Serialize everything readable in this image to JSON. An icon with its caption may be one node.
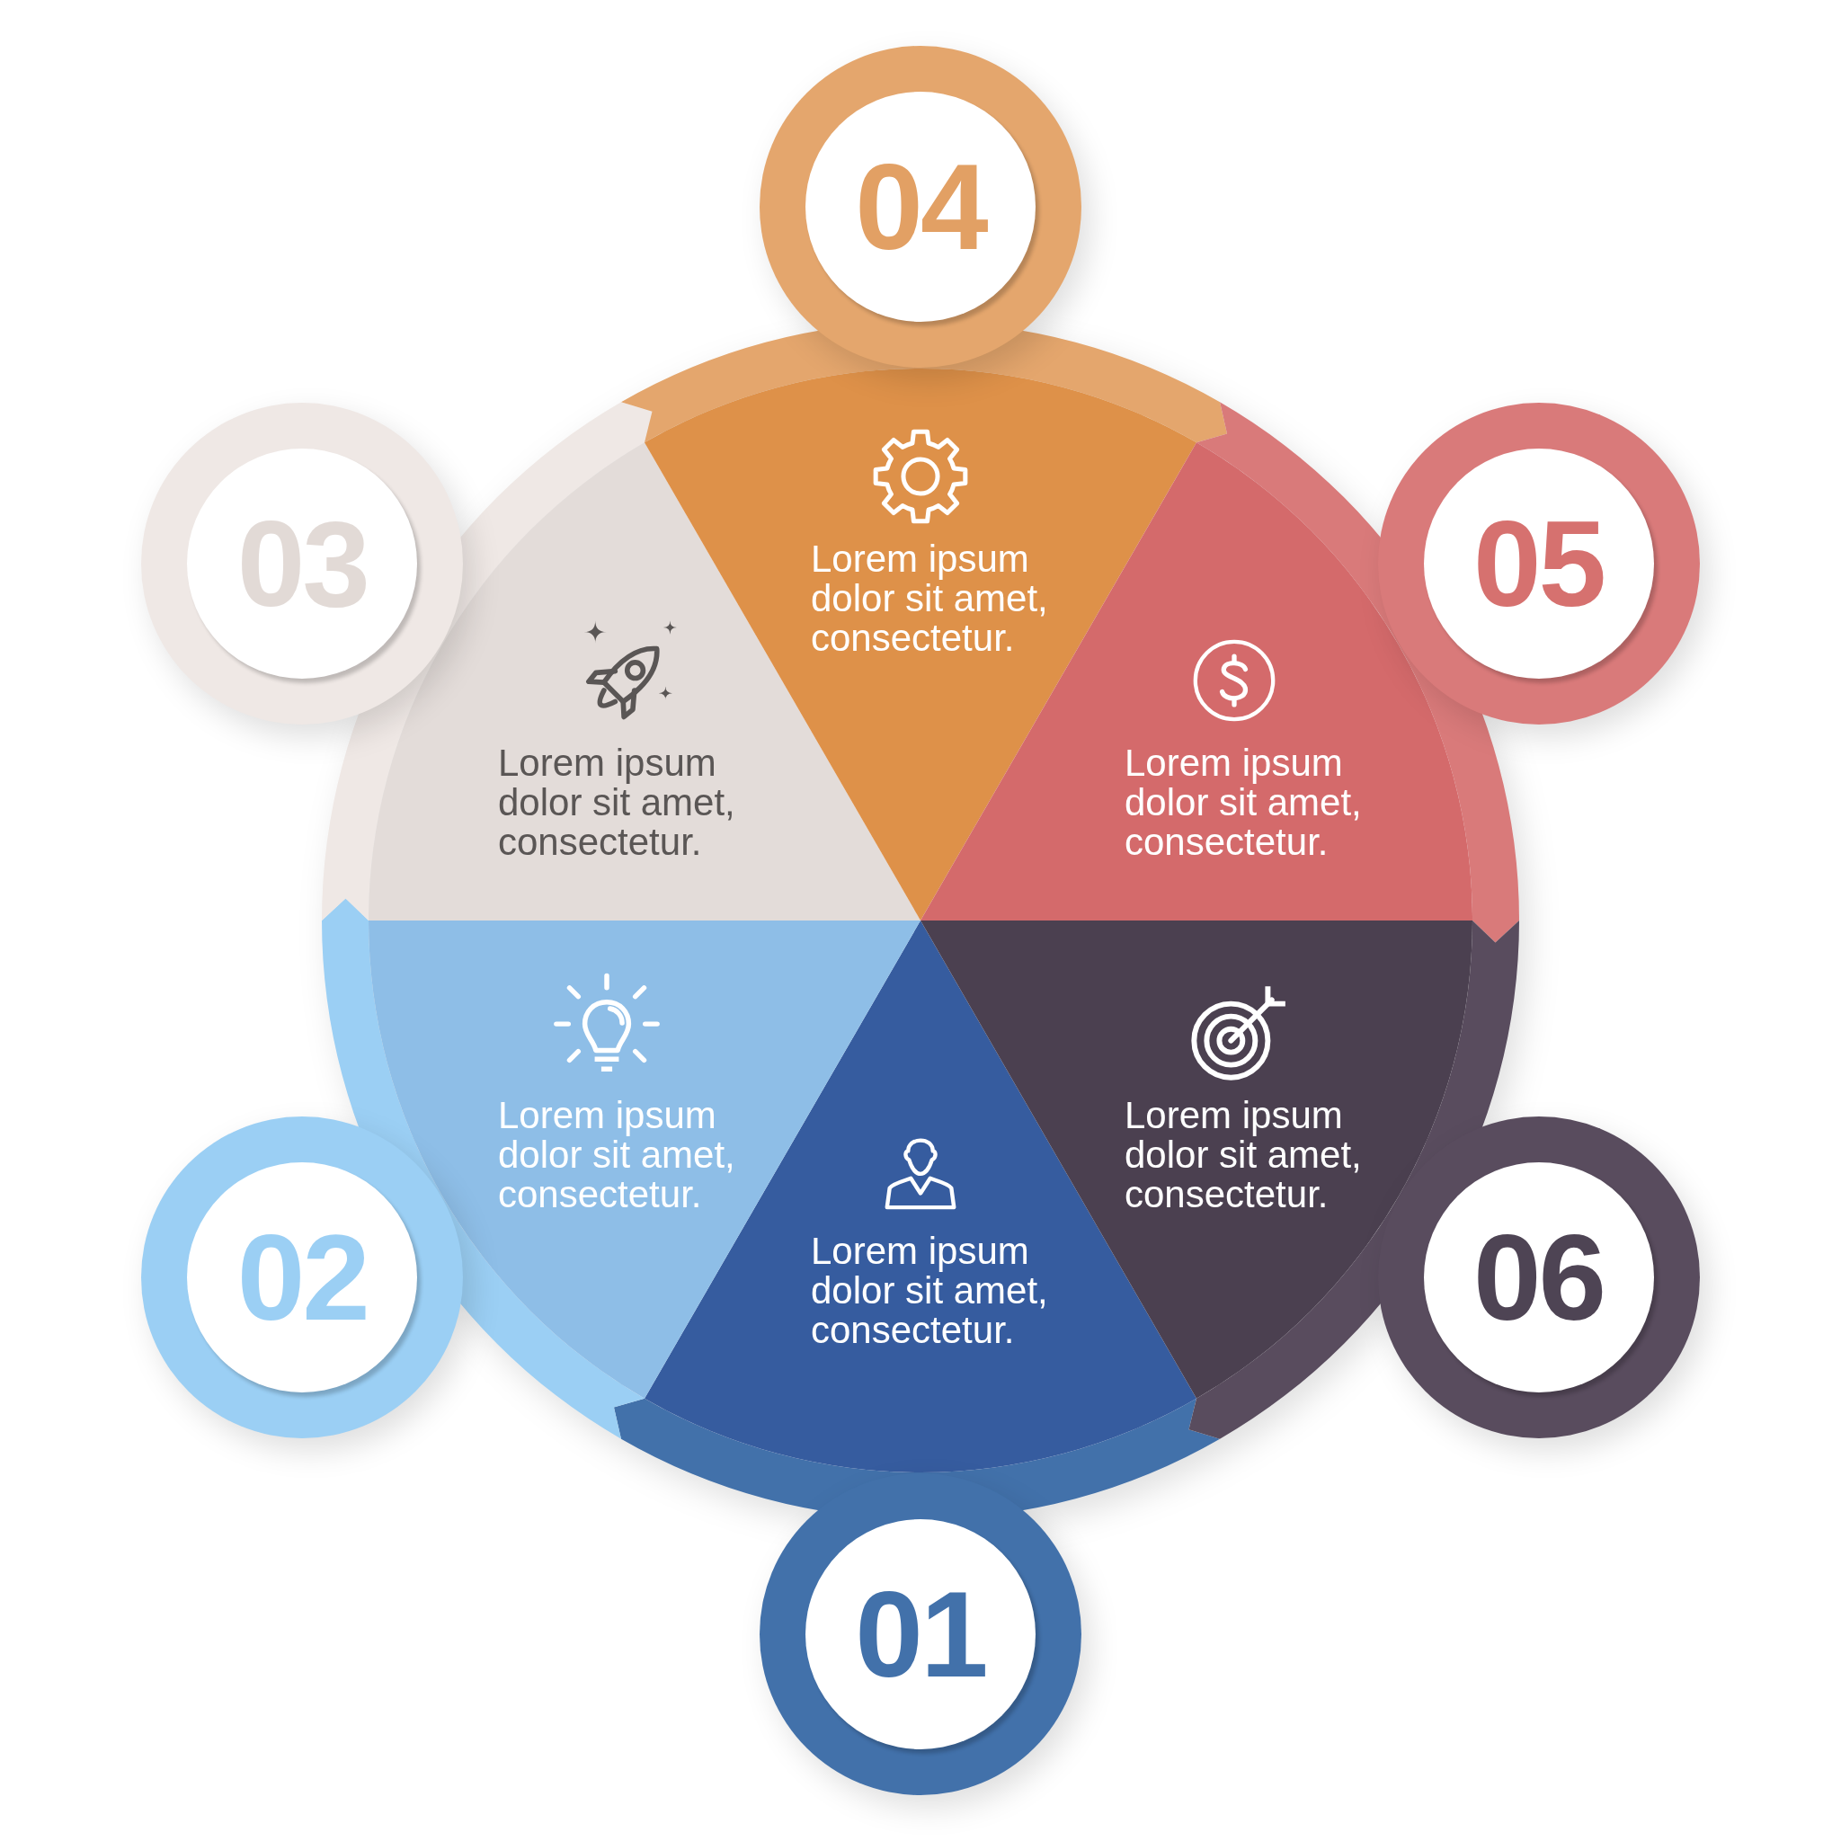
{
  "diagram": {
    "nodes": [
      {
        "text": [
          "01"
        ]
      },
      {
        "text": [
          "Lorem ipsum dolor sit amet, consectetur."
        ]
      },
      {
        "text": [
          "02"
        ]
      },
      {
        "text": [
          "Lorem ipsum dolor sit amet, consectetur."
        ]
      },
      {
        "text": [
          "03"
        ]
      },
      {
        "text": [
          "Lorem ipsum dolor sit amet, consectetur."
        ]
      },
      {
        "text": [
          "04"
        ]
      },
      {
        "text": [
          "Lorem ipsum dolor sit amet, consectetur."
        ]
      },
      {
        "text": [
          "05"
        ]
      },
      {
        "text": [
          "Lorem ipsum dolor sit amet, consectetur."
        ]
      },
      {
        "text": [
          "06"
        ]
      },
      {
        "text": [
          "Lorem ipsum dolor sit amet, consectetur."
        ]
      }
    ]
  }
}
